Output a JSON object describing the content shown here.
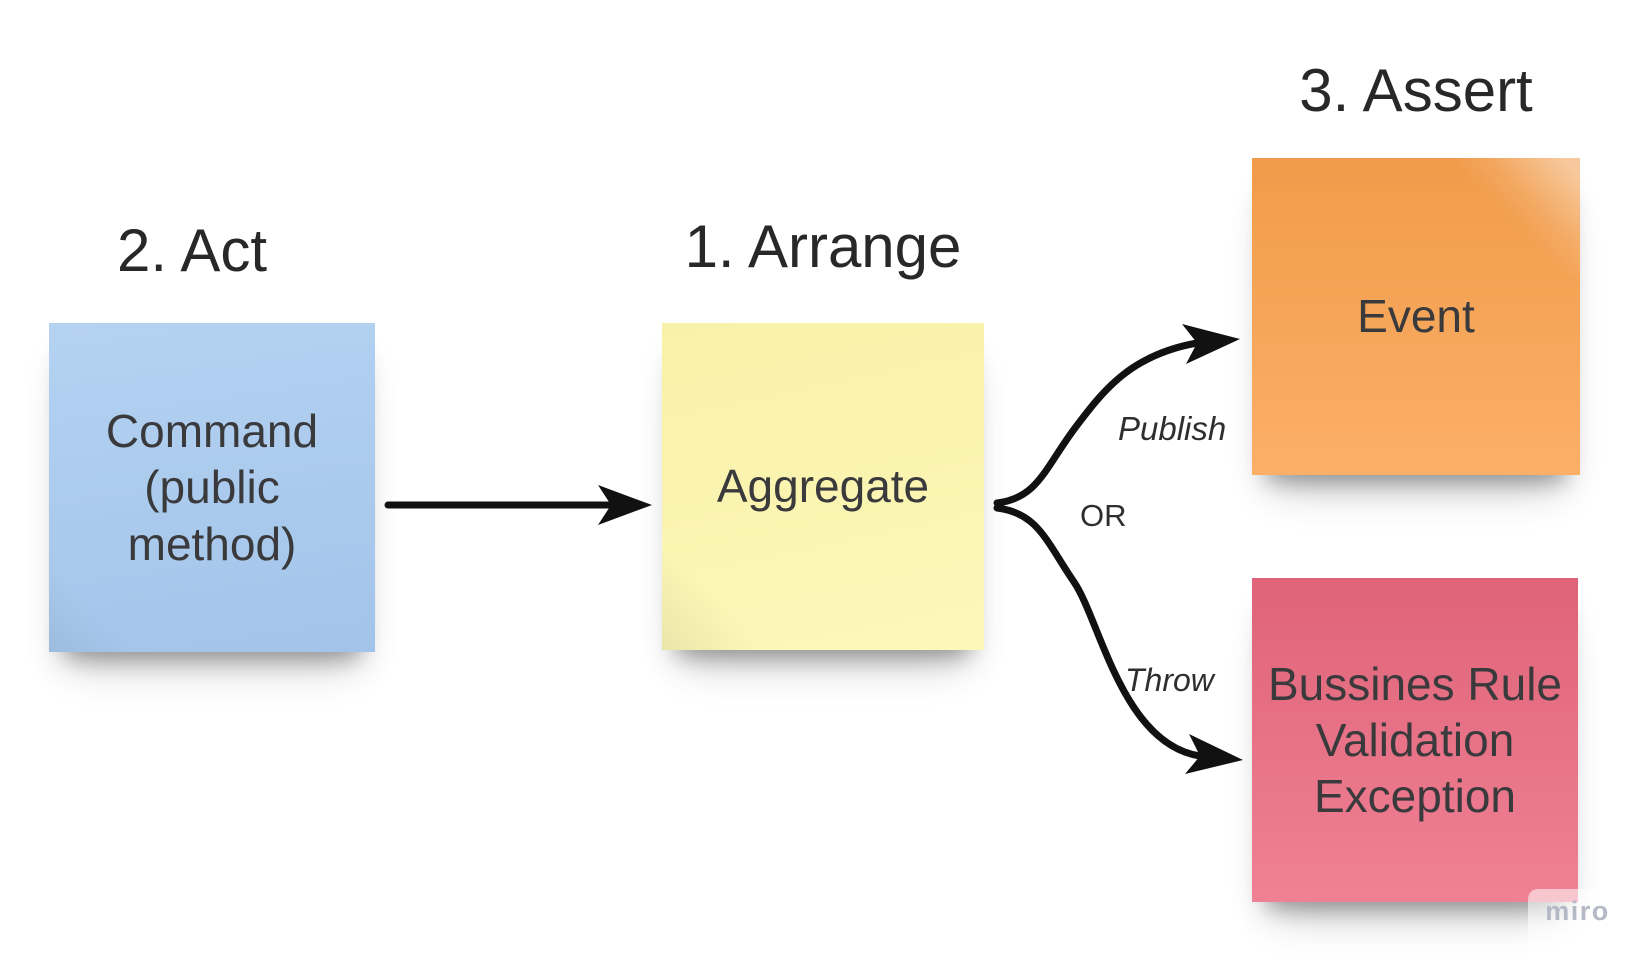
{
  "canvas": {
    "background": "#ffffff"
  },
  "headings": {
    "arrange": "1. Arrange",
    "act": "2. Act",
    "assert": "3. Assert"
  },
  "notes": {
    "command": {
      "text": "Command (public method)",
      "color": "#a6c9ef"
    },
    "aggregate": {
      "text": "Aggregate",
      "color": "#fdf6ac"
    },
    "event": {
      "text": "Event",
      "color": "#fba24d"
    },
    "exception": {
      "text": "Bussines Rule Validation Exception",
      "color": "#ed6980"
    }
  },
  "connector_labels": {
    "publish": "Publish",
    "or": "OR",
    "throw": "Throw"
  },
  "arrows": {
    "color": "#111111"
  },
  "watermark": {
    "label": "miro",
    "color": "#b5b8c5"
  }
}
